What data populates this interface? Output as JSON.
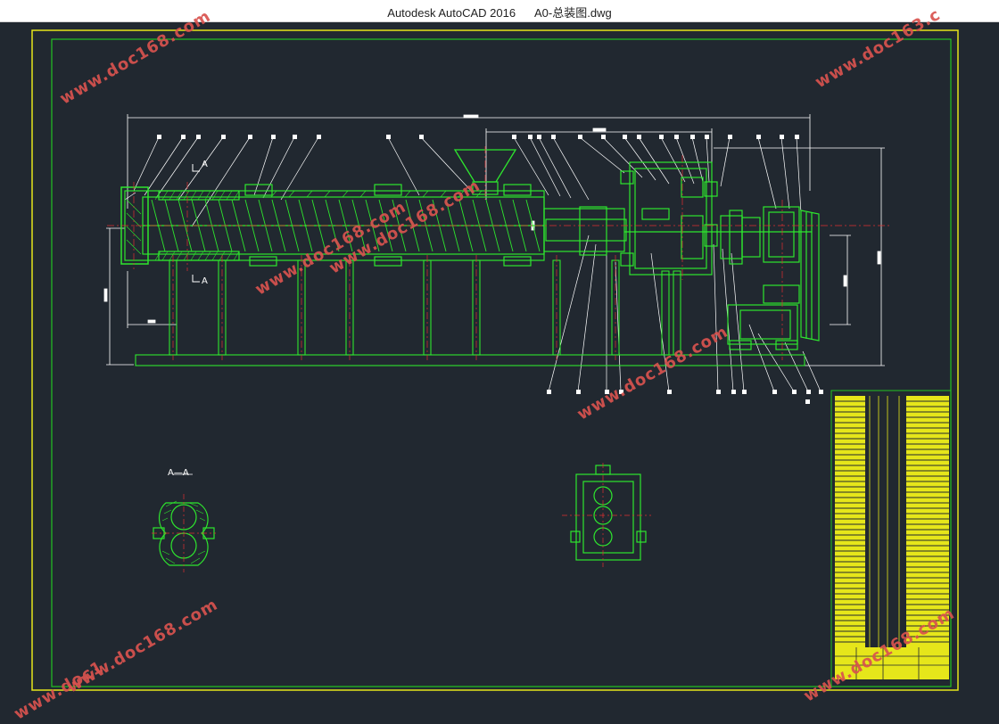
{
  "window": {
    "app_name": "Autodesk AutoCAD 2016",
    "file_name": "A0-总装图.dwg"
  },
  "drawing": {
    "section_markers": {
      "top": "A",
      "bottom": "A",
      "section_view": "A—A"
    }
  },
  "watermarks": [
    "www.doc168.com",
    "www.doc163.c",
    "www.doc168.com",
    "www.doc168.com",
    "www.doc168.com",
    "www.doc168.com",
    "www.doc168.com",
    "www.doc1"
  ],
  "colors": {
    "background": "#212830",
    "frame": "#e6e61a",
    "inner_frame": "#22c322",
    "geometry": "#2ee62e",
    "dimension": "#ffffff",
    "centerline": "#e03030",
    "watermark": "#d9534f"
  }
}
